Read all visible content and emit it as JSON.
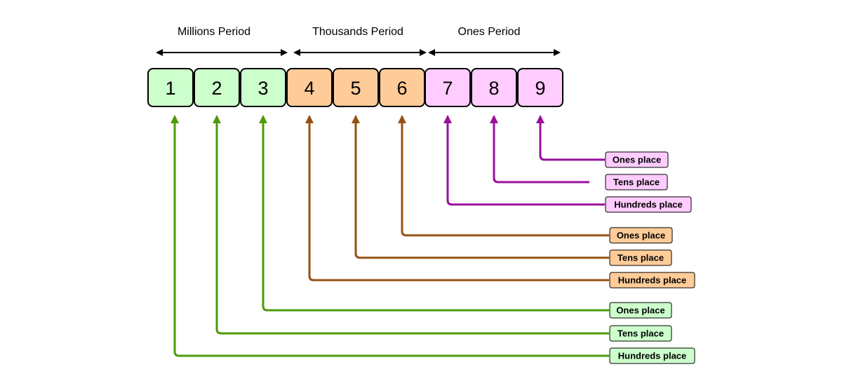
{
  "periods": [
    {
      "name": "Millions Period",
      "group": "millions"
    },
    {
      "name": "Thousands Period",
      "group": "thousands"
    },
    {
      "name": "Ones Period",
      "group": "ones"
    }
  ],
  "digits": [
    {
      "value": "1",
      "group": "millions"
    },
    {
      "value": "2",
      "group": "millions"
    },
    {
      "value": "3",
      "group": "millions"
    },
    {
      "value": "4",
      "group": "thousands"
    },
    {
      "value": "5",
      "group": "thousands"
    },
    {
      "value": "6",
      "group": "thousands"
    },
    {
      "value": "7",
      "group": "ones"
    },
    {
      "value": "8",
      "group": "ones"
    },
    {
      "value": "9",
      "group": "ones"
    }
  ],
  "place_labels": [
    {
      "text": "Hundreds place",
      "group": "millions",
      "digit": "1"
    },
    {
      "text": "Tens place",
      "group": "millions",
      "digit": "2"
    },
    {
      "text": "Ones place",
      "group": "millions",
      "digit": "3"
    },
    {
      "text": "Hundreds place",
      "group": "thousands",
      "digit": "4"
    },
    {
      "text": "Tens place",
      "group": "thousands",
      "digit": "5"
    },
    {
      "text": "Ones place",
      "group": "thousands",
      "digit": "6"
    },
    {
      "text": "Hundreds place",
      "group": "ones",
      "digit": "7"
    },
    {
      "text": "Tens place",
      "group": "ones",
      "digit": "8"
    },
    {
      "text": "Ones place",
      "group": "ones",
      "digit": "9"
    }
  ],
  "colors": {
    "millions": {
      "fill": "#ccffcc",
      "line": "#4d9a0a"
    },
    "thousands": {
      "fill": "#ffcc99",
      "line": "#955112"
    },
    "ones": {
      "fill": "#ffccff",
      "line": "#9a0f9c"
    },
    "stroke": "#000000",
    "period_arrow": "#000000"
  }
}
